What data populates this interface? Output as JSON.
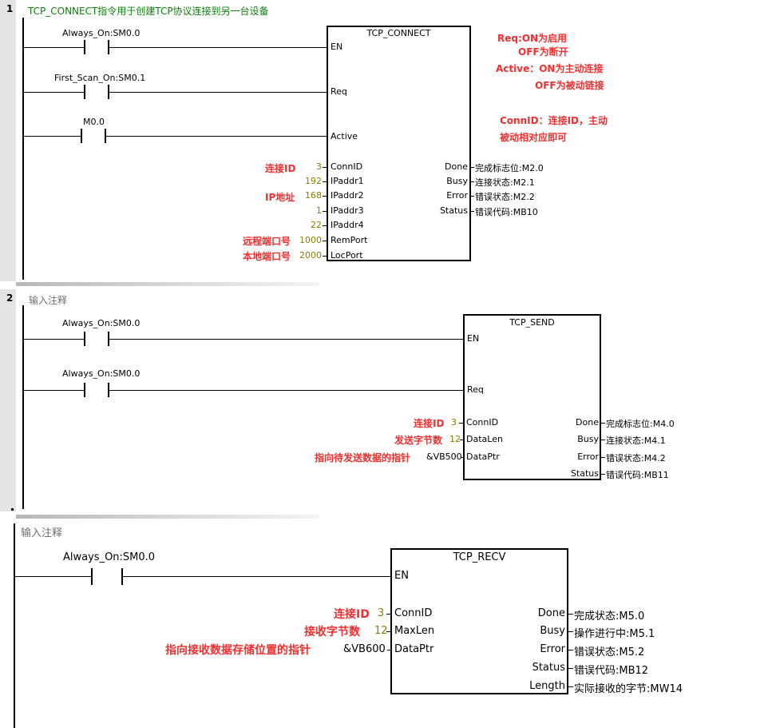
{
  "net1": {
    "num": "1",
    "comment": "TCP_CONNECT指令用于创建TCP协议连接到另一台设备",
    "contacts": [
      "Always_On:SM0.0",
      "First_Scan_On:SM0.1",
      "M0.0"
    ],
    "block_title": "TCP_CONNECT",
    "en": "EN",
    "req": "Req",
    "active": "Active",
    "inputs": [
      {
        "value": "3",
        "name": "ConnID"
      },
      {
        "value": "192",
        "name": "IPaddr1"
      },
      {
        "value": "168",
        "name": "IPaddr2"
      },
      {
        "value": "1",
        "name": "IPaddr3"
      },
      {
        "value": "22",
        "name": "IPaddr4"
      },
      {
        "value": "1000",
        "name": "RemPort"
      },
      {
        "value": "2000",
        "name": "LocPort"
      }
    ],
    "outputs": [
      {
        "name": "Done",
        "value": "完成标志位:M2.0"
      },
      {
        "name": "Busy",
        "value": "连接状态:M2.1"
      },
      {
        "name": "Error",
        "value": "错误状态:M2.2"
      },
      {
        "name": "Status",
        "value": "错误代码:MB10"
      }
    ],
    "notes": {
      "connid": "连接ID",
      "ip": "IP地址",
      "remport": "远程端口号",
      "locport": "本地端口号",
      "req1": "Req:ON为启用",
      "req2": "OFF为断开",
      "act1": "Active：ON为主动连接",
      "act2": "OFF为被动链接",
      "conn1": "ConnID：连接ID，主动",
      "conn2": "被动相对应即可"
    }
  },
  "net2": {
    "num": "2",
    "comment": "输入注释",
    "contacts": [
      "Always_On:SM0.0",
      "Always_On:SM0.0"
    ],
    "block_title": "TCP_SEND",
    "en": "EN",
    "req": "Req",
    "inputs": [
      {
        "value": "3",
        "name": "ConnID",
        "note": "连接ID"
      },
      {
        "value": "12",
        "name": "DataLen",
        "note": "发送字节数"
      },
      {
        "value": "&VB500",
        "name": "DataPtr",
        "note": "指向待发送数据的指针"
      }
    ],
    "outputs": [
      {
        "name": "Done",
        "value": "完成标志位:M4.0"
      },
      {
        "name": "Busy",
        "value": "连接状态:M4.1"
      },
      {
        "name": "Error",
        "value": "错误状态:M4.2"
      },
      {
        "name": "Status",
        "value": "错误代码:MB11"
      }
    ]
  },
  "net3": {
    "comment": "输入注释",
    "contact": "Always_On:SM0.0",
    "block_title": "TCP_RECV",
    "en": "EN",
    "inputs": [
      {
        "value": "3",
        "name": "ConnID",
        "note": "连接ID"
      },
      {
        "value": "12",
        "name": "MaxLen",
        "note": "接收字节数"
      },
      {
        "value": "&VB600",
        "name": "DataPtr",
        "note": "指向接收数据存储位置的指针"
      }
    ],
    "outputs": [
      {
        "name": "Done",
        "value": "完成状态:M5.0"
      },
      {
        "name": "Busy",
        "value": "操作进行中:M5.1"
      },
      {
        "name": "Error",
        "value": "错误状态:M5.2"
      },
      {
        "name": "Status",
        "value": "错误代码:MB12"
      },
      {
        "name": "Length",
        "value": "实际接收的字节:MW14"
      }
    ]
  }
}
